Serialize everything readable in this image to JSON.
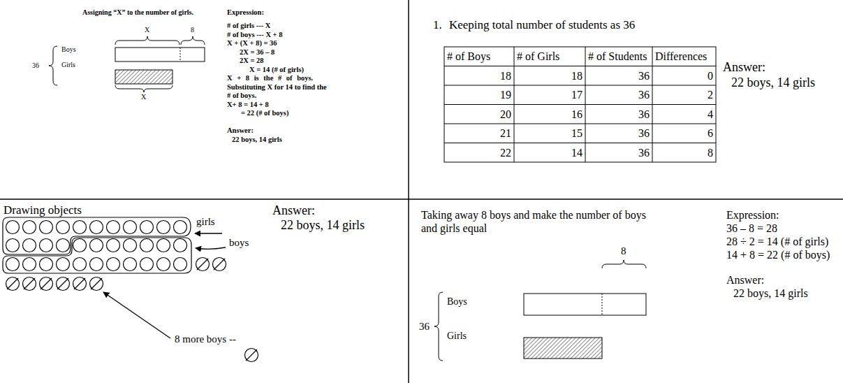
{
  "diagram": {
    "labels": [
      "Assigning “X” to the number of girls.",
      "X",
      "8",
      "36",
      "Boys",
      "Girls",
      "X",
      "Expression:",
      "# of girls --- X",
      "# of boys --- X + 8",
      "X + (X + 8) = 36",
      "2X = 36 – 8",
      "2X = 28",
      "X = 14 (# of girls)",
      "X + 8 is the # of boys.",
      "Substituting X for 14 to find the",
      "# of boys.",
      "X+ 8 = 14 + 8",
      "= 22 (# of boys)",
      "Answer:",
      "22 boys, 14 girls",
      "1.",
      "Keeping total number of students as 36",
      "# of Boys",
      "# of Girls",
      "# of Students",
      "Differences",
      "18",
      "18",
      "36",
      "0",
      "19",
      "17",
      "36",
      "2",
      "20",
      "16",
      "36",
      "4",
      "21",
      "15",
      "36",
      "6",
      "22",
      "14",
      "36",
      "8",
      "Answer:",
      "22 boys, 14 girls",
      "Drawing objects",
      "girls",
      "boys",
      "8 more boys --",
      "Answer:",
      "22 boys, 14 girls",
      "Taking away 8 boys and make the number of boys",
      "and girls equal",
      "8",
      "36",
      "Boys",
      "Girls",
      "Expression:",
      "36 – 8 = 28",
      "28 ÷ 2 = 14 (# of girls)",
      "14 + 8 = 22 (# of boys)",
      "Answer:",
      "22 boys, 14 girls"
    ]
  }
}
